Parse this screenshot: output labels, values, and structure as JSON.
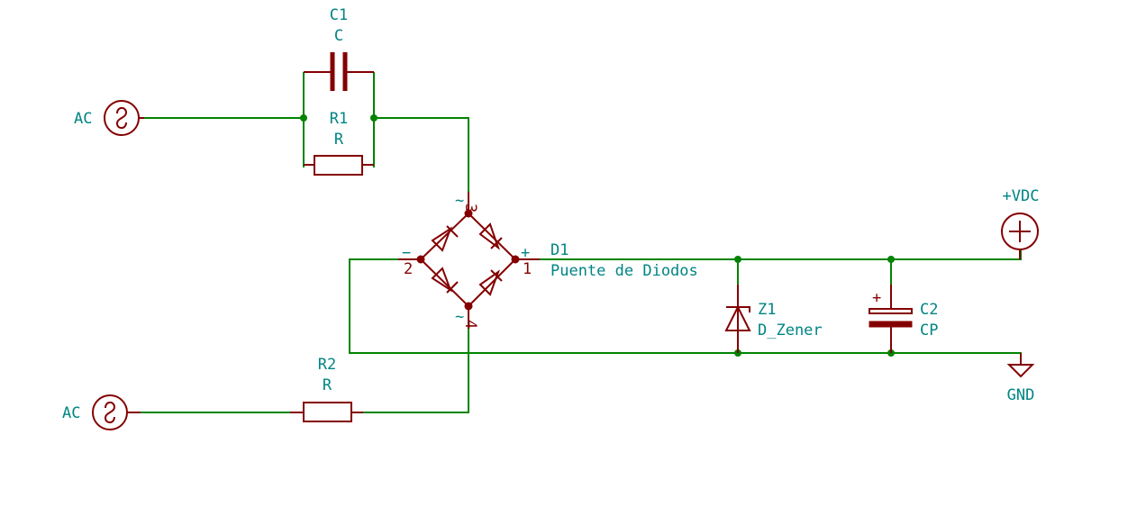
{
  "schematic": {
    "title": "Bridge rectifier with zener regulation",
    "colors": {
      "wire": "#008400",
      "component": "#840000",
      "label": "#008484",
      "background": "#ffffff"
    },
    "components": {
      "ac_source_top": {
        "label": "AC"
      },
      "ac_source_bottom": {
        "label": "AC"
      },
      "c1": {
        "ref": "C1",
        "value": "C"
      },
      "r1": {
        "ref": "R1",
        "value": "R"
      },
      "r2": {
        "ref": "R2",
        "value": "R"
      },
      "d1": {
        "ref": "D1",
        "value": "Puente de Diodos",
        "pins": {
          "p1": "1",
          "p2": "2",
          "p3": "3",
          "p4": "4",
          "plus": "+",
          "minus": "−",
          "tilde": "~"
        }
      },
      "z1": {
        "ref": "Z1",
        "value": "D_Zener"
      },
      "c2": {
        "ref": "C2",
        "value": "CP",
        "polarity": "+"
      },
      "vdc": {
        "label": "+VDC"
      },
      "gnd": {
        "label": "GND"
      }
    }
  }
}
